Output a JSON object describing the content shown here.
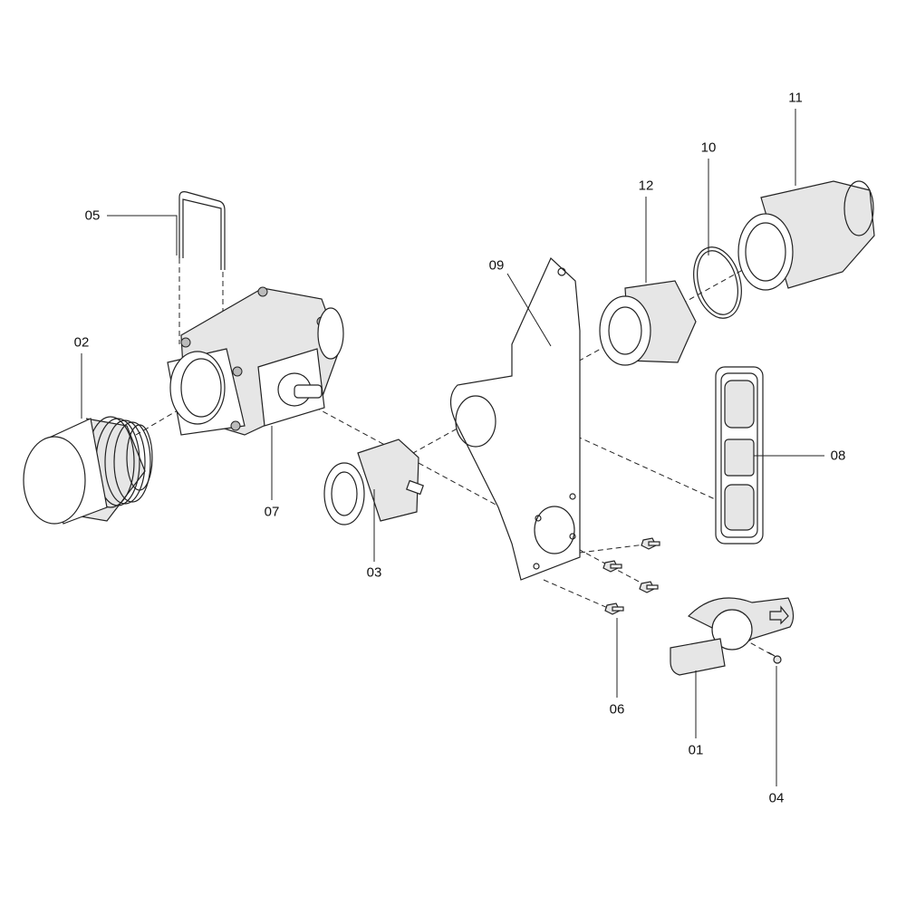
{
  "diagram": {
    "type": "exploded-parts-view",
    "part_labels": {
      "p01": "01",
      "p02": "02",
      "p03": "03",
      "p04": "04",
      "p05": "05",
      "p06": "06",
      "p07": "07",
      "p08": "08",
      "p09": "09",
      "p10": "10",
      "p11": "11",
      "p12": "12"
    }
  }
}
